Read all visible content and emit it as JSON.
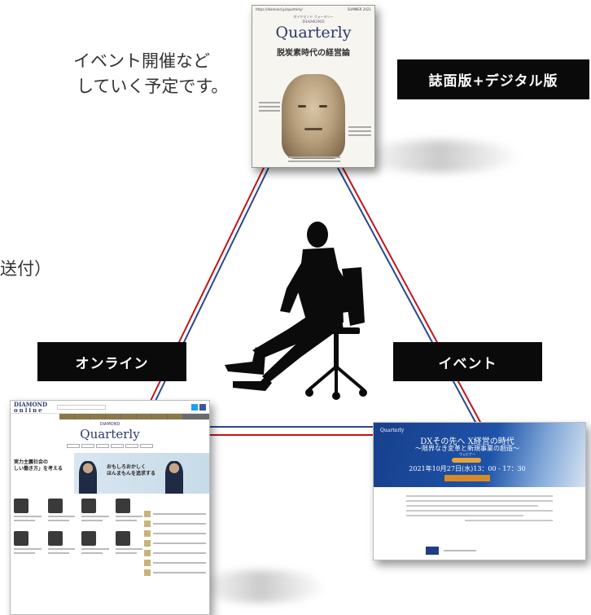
{
  "text_fragments": {
    "line1": "イベント開催など",
    "line2": "していく予定です。",
    "line3": "送付）"
  },
  "labels": {
    "print_digital": "誌面版+デジタル版",
    "online": "オンライン",
    "event": "イベント"
  },
  "magazine": {
    "kana": "ダイヤモンド クォータリー",
    "subtitle": "DIAMOND",
    "title": "Quarterly",
    "headline": "脱炭素時代の経営論"
  },
  "online_screen": {
    "logo_top": "DIAMOND",
    "logo_bottom": "online",
    "brand_sub": "DIAMOND",
    "brand": "Quarterly",
    "hero_left_1": "実力主義社会の",
    "hero_left_2": "しい働き方」を考える",
    "hero_center_1": "おもしろおかしく",
    "hero_center_2": "ほんまもんを追求する"
  },
  "event_screen": {
    "brand": "Quarterly",
    "title": "DXその先へ X経営の時代",
    "subtitle": "〜限界なき変革と新規事業の創造〜",
    "web": "ウェビナー",
    "date": "2021年10月27日(水)13：00 - 17：30"
  },
  "colors": {
    "label_bg": "#0a0a0a",
    "line_red": "#c0141c",
    "line_blue": "#28488c",
    "magazine_title": "#2b3a6b",
    "event_blue": "#1e53a8"
  }
}
